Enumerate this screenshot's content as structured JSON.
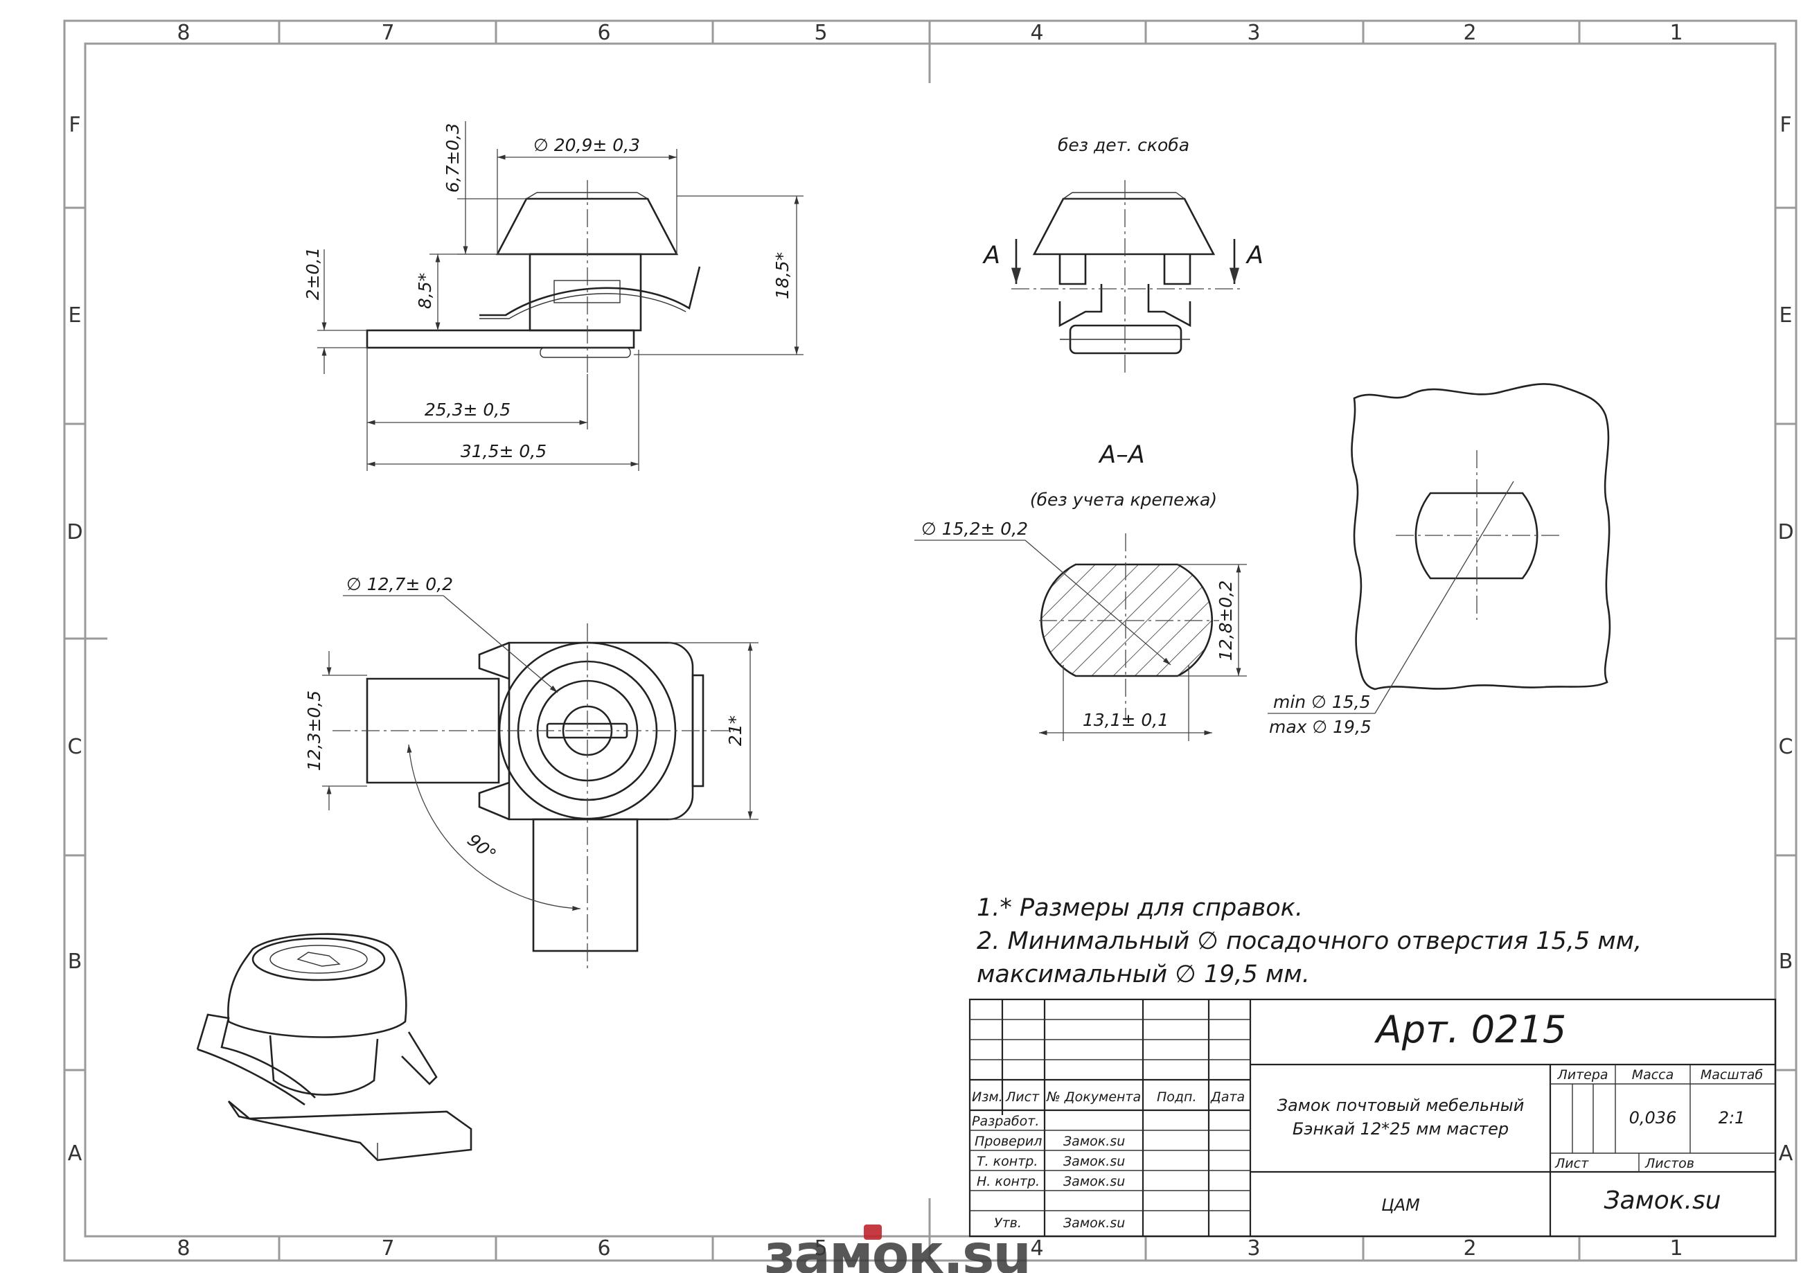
{
  "zones": {
    "columns": [
      "8",
      "7",
      "6",
      "5",
      "4",
      "3",
      "2",
      "1"
    ],
    "rows": [
      "F",
      "E",
      "D",
      "C",
      "B",
      "A"
    ]
  },
  "views": {
    "side": {
      "dims": {
        "d_cap": "∅ 20,9± 0,3",
        "h_cap": "6,7±0,3",
        "h_total": "18,5*",
        "h_body": "8,5*",
        "t_plate": "2±0,1",
        "l_axis": "25,3± 0,5",
        "l_total": "31,5± 0,5"
      }
    },
    "front_top": {
      "caption": "без дет. скоба",
      "section_mark": "A"
    },
    "section": {
      "title": "A–A",
      "subtitle": "(без учета крепежа)",
      "dims": {
        "d_body": "∅ 15,2± 0,2",
        "flat_height": "12,8±0,2",
        "width": "13,1± 0,1"
      }
    },
    "plan": {
      "dims": {
        "d_plug": "∅ 12,7± 0,2",
        "w_plate": "12,3±0,5",
        "h_total": "21*",
        "angle": "90°"
      }
    },
    "cutout": {
      "min_label": "min ∅ 15,5",
      "max_label": "max ∅ 19,5"
    }
  },
  "notes": [
    "1.* Размеры для справок.",
    "2. Минимальный ∅ посадочного отверстия 15,5 мм,",
    "максимальный ∅  19,5 мм."
  ],
  "title_block": {
    "article": "Арт. 0215",
    "name_line1": "Замок почтовый мебельный",
    "name_line2": "Бэнкай 12*25 мм мастер",
    "material": "ЦАМ",
    "company": "Замок.su",
    "headers": {
      "izm": "Изм.",
      "list": "Лист",
      "doc": "№ Документа",
      "sign": "Подп.",
      "date": "Дата",
      "litera": "Литера",
      "mass": "Масса",
      "scale": "Масштаб",
      "sheet": "Лист",
      "sheets": "Листов"
    },
    "mass_value": "0,036",
    "scale_value": "2:1",
    "roles": [
      {
        "role": "Разработ.",
        "name": ""
      },
      {
        "role": "Проверил",
        "name": "Замок.su"
      },
      {
        "role": "Т. контр.",
        "name": "Замок.su"
      },
      {
        "role": "Н. контр.",
        "name": "Замок.su"
      },
      {
        "role": "",
        "name": ""
      },
      {
        "role": "Утв.",
        "name": "Замок.su"
      }
    ]
  },
  "watermark": "замок.su",
  "colors": {
    "frame": "#9a9a9a",
    "line": "#222222",
    "watermark_dark": "#3a3a3a",
    "watermark_red": "#c0262d"
  }
}
